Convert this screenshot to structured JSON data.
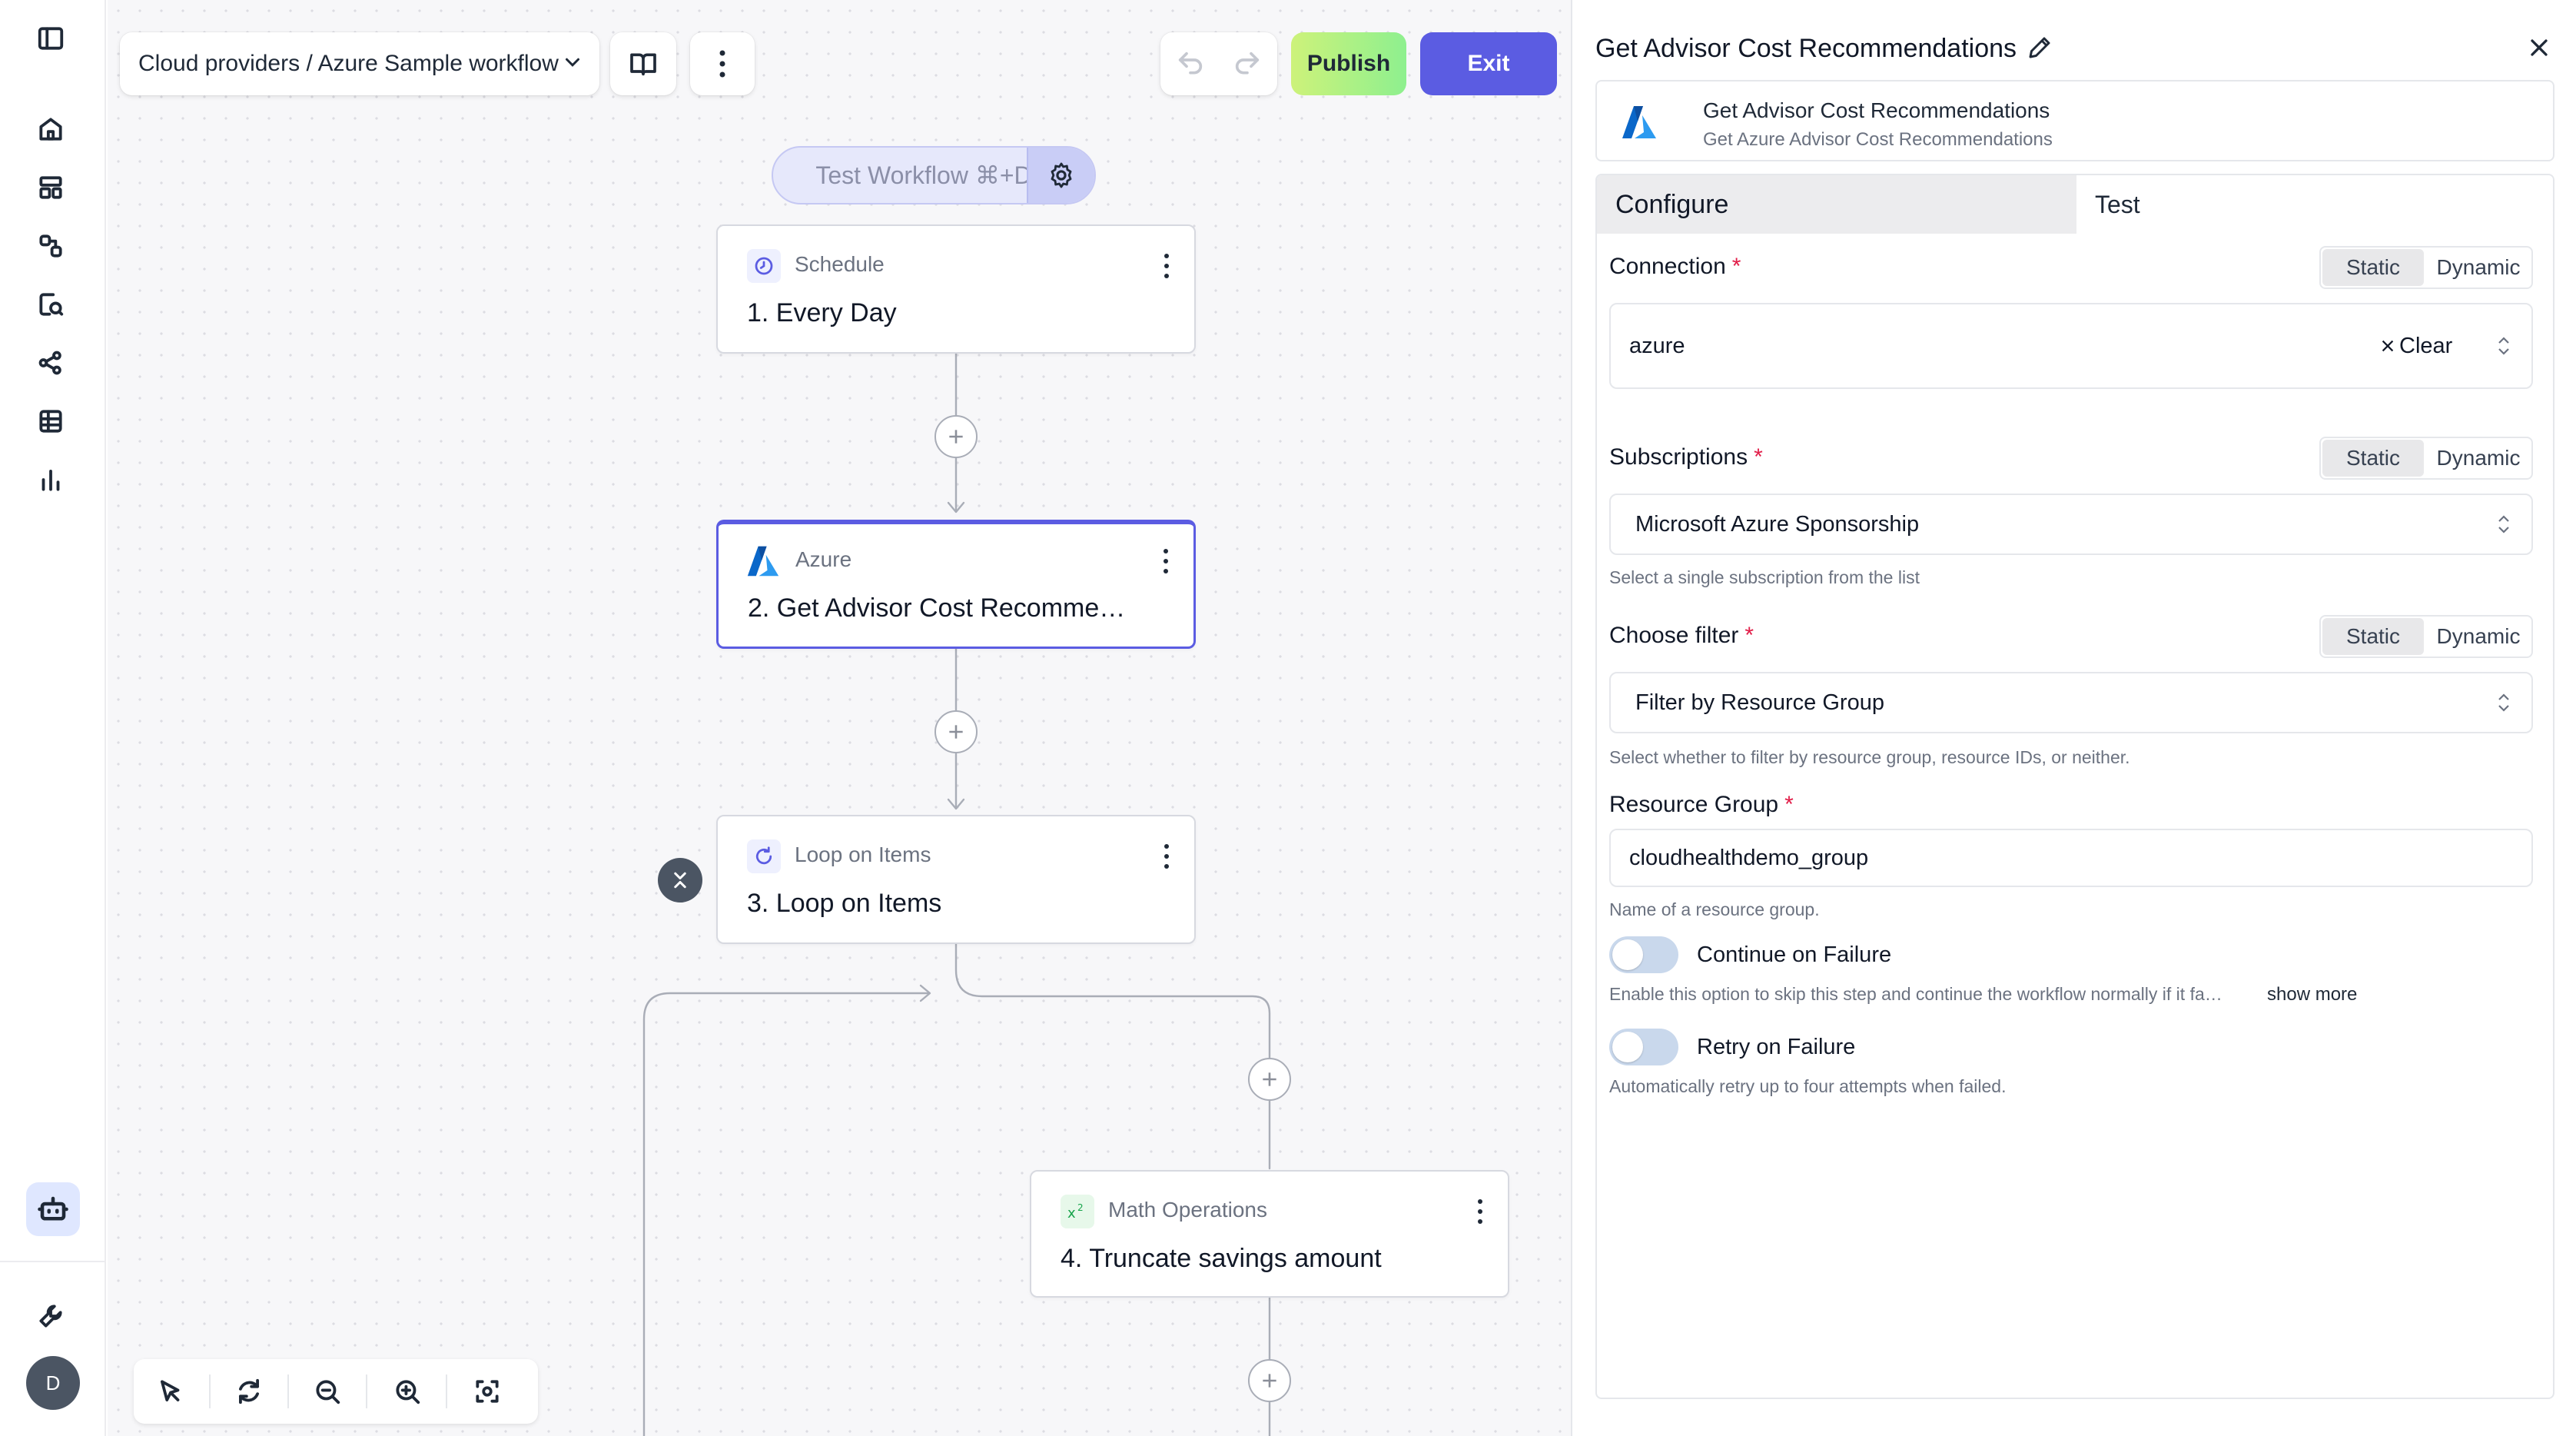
{
  "header": {
    "breadcrumb": "Cloud providers / Azure Sample workflow",
    "publish_label": "Publish",
    "exit_label": "Exit"
  },
  "canvas": {
    "test_workflow_label": "Test Workflow ⌘+D",
    "steps": [
      {
        "type": "Schedule",
        "title": "1. Every Day",
        "icon": "clock-icon"
      },
      {
        "type": "Azure",
        "title": "2. Get Advisor Cost Recomme…",
        "icon": "azure-logo-icon"
      },
      {
        "type": "Loop on Items",
        "title": "3. Loop on Items",
        "icon": "loop-icon"
      },
      {
        "type": "Math Operations",
        "title": "4. Truncate savings amount",
        "icon": "math-icon"
      }
    ]
  },
  "rail": {
    "avatar_initial": "D",
    "icons": [
      "sidebar-toggle-icon",
      "home-icon",
      "dashboard-icon",
      "flows-icon",
      "runs-search-icon",
      "connections-icon",
      "tables-icon",
      "analytics-icon",
      "bot-icon",
      "wrench-icon"
    ]
  },
  "panel": {
    "title": "Get Advisor Cost Recommendations",
    "piece_name": "Get Advisor Cost Recommendations",
    "piece_desc": "Get Azure Advisor Cost Recommendations",
    "tabs": [
      "Configure",
      "Test"
    ],
    "mode_static": "Static",
    "mode_dynamic": "Dynamic",
    "connection": {
      "label": "Connection",
      "value": "azure",
      "clear_label": "Clear"
    },
    "subscriptions": {
      "label": "Subscriptions",
      "value": "Microsoft Azure Sponsorship",
      "hint": "Select a single subscription from the list"
    },
    "filter": {
      "label": "Choose filter",
      "value": "Filter by Resource Group",
      "hint": "Select whether to filter by resource group, resource IDs, or neither."
    },
    "resource_group": {
      "label": "Resource Group",
      "value": "cloudhealthdemo_group",
      "hint": "Name of a resource group."
    },
    "continue_on_failure": {
      "label": "Continue on Failure",
      "hint": "Enable this option to skip this step and continue the workflow normally if it fa…",
      "show_more": "show more",
      "enabled": false
    },
    "retry_on_failure": {
      "label": "Retry on Failure",
      "hint": "Automatically retry up to four attempts when failed.",
      "enabled": false
    }
  },
  "colors": {
    "accent": "#5b5ce2",
    "publish_gradient_start": "#cdf27a",
    "publish_gradient_end": "#8ef08f",
    "required": "#e11d48"
  }
}
